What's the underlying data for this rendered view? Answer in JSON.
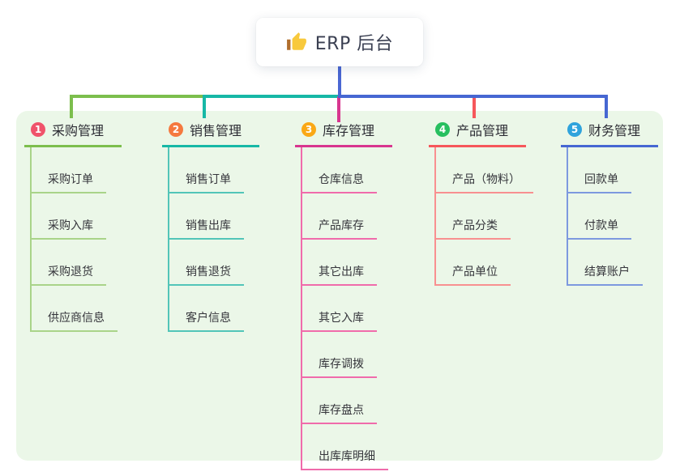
{
  "root": {
    "label": "ERP 后台",
    "icon": "thumbs-up-icon"
  },
  "panel": {
    "background": "#EBF7E8"
  },
  "colors": {
    "root_connector": "#4A67D3",
    "canvas_background": "#FFFFFF"
  },
  "branches": [
    {
      "number": "1",
      "label": "采购管理",
      "badge_color": "#F0536B",
      "line_color": "#7CBE4D",
      "child_line_color": "#A9D489",
      "children": [
        "采购订单",
        "采购入库",
        "采购退货",
        "供应商信息"
      ]
    },
    {
      "number": "2",
      "label": "销售管理",
      "badge_color": "#F5793F",
      "line_color": "#17B8A6",
      "child_line_color": "#52C5B8",
      "children": [
        "销售订单",
        "销售出库",
        "销售退货",
        "客户信息"
      ]
    },
    {
      "number": "3",
      "label": "库存管理",
      "badge_color": "#FAA816",
      "line_color": "#D8368F",
      "child_line_color": "#F06BAB",
      "children": [
        "仓库信息",
        "产品库存",
        "其它出库",
        "其它入库",
        "库存调拨",
        "库存盘点",
        "出库库明细"
      ]
    },
    {
      "number": "4",
      "label": "产品管理",
      "badge_color": "#27BF5F",
      "line_color": "#F6575B",
      "child_line_color": "#F89090",
      "children": [
        "产品（物料）",
        "产品分类",
        "产品单位"
      ]
    },
    {
      "number": "5",
      "label": "财务管理",
      "badge_color": "#2FA3DC",
      "line_color": "#4667D2",
      "child_line_color": "#7D99DF",
      "children": [
        "回款单",
        "付款单",
        "结算账户"
      ]
    }
  ]
}
